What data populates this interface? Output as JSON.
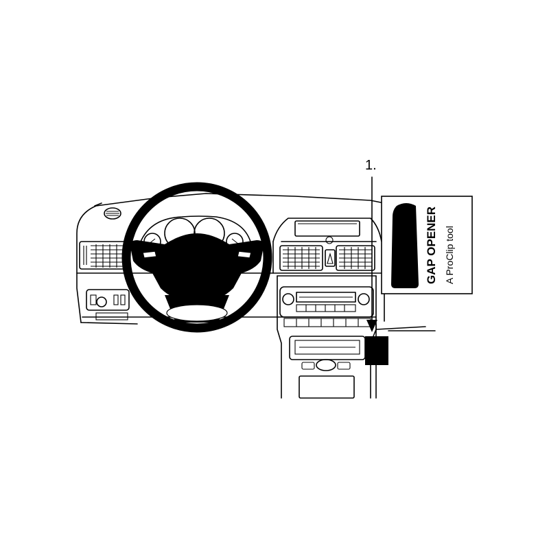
{
  "callout": {
    "step_number": "1.",
    "tool_title": "GAP OPENER",
    "tool_subtitle": "A ProClip tool"
  },
  "colors": {
    "ink": "#000000",
    "paper": "#ffffff"
  }
}
